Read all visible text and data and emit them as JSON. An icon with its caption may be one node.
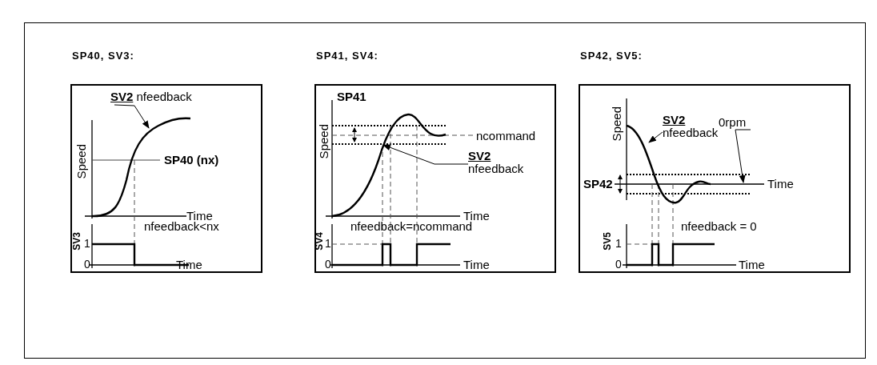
{
  "diagram": {
    "nodes": [
      {
        "text": [
          "SP40, SV3:"
        ]
      },
      {
        "text": [
          "**SV2** nfeedback"
        ],
        "in": 0
      },
      {
        "text": [],
        "shape": "curve",
        "in": 0
      },
      {
        "text": [
          "SP41, SV4:"
        ]
      },
      {
        "text": [
          "**SV2** nfeedback"
        ],
        "in": 3
      },
      {
        "text": [],
        "shape": "curve",
        "in": 3
      },
      {
        "text": [
          "SP42, SV5:"
        ]
      },
      {
        "text": [
          "**SV2** nfeedback"
        ],
        "in": 6
      },
      {
        "text": [],
        "shape": "curve",
        "in": 6
      },
      {
        "text": [
          "0rpm"
        ],
        "in": 6
      }
    ],
    "edges": [
      {
        "from": 1,
        "to": 2,
        "arrow": "to"
      },
      {
        "from": 4,
        "to": 5,
        "arrow": "to"
      },
      {
        "from": 7,
        "to": 8,
        "arrow": "to"
      },
      {
        "from": 9,
        "to": null,
        "arrow": "to"
      }
    ],
    "labels": [
      "Speed",
      "SP40 (nx)",
      "Time",
      "nfeedback<nx",
      "SV3",
      "1",
      "0",
      "Time",
      "Speed",
      "SP41",
      "ncommand",
      "Time",
      "nfeedback=ncommand",
      "SV4",
      "1",
      "0",
      "Time",
      "Speed",
      "SP42",
      "Time",
      "nfeedback = 0",
      "SV5",
      "1",
      "0",
      "Time"
    ]
  }
}
